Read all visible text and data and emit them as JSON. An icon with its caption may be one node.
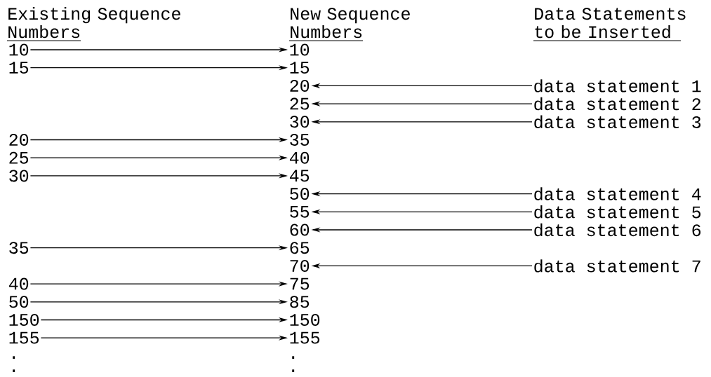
{
  "diagram": {
    "nodes": [
      {
        "text": [
          "10"
        ]
      },
      {
        "text": [
          "10"
        ]
      },
      {
        "text": [
          "15"
        ]
      },
      {
        "text": [
          "15"
        ]
      },
      {
        "text": [
          "20"
        ]
      },
      {
        "text": [
          "data statement 1"
        ]
      },
      {
        "text": [
          "25"
        ]
      },
      {
        "text": [
          "data statement 2"
        ]
      },
      {
        "text": [
          "30"
        ]
      },
      {
        "text": [
          "data statement 3"
        ]
      },
      {
        "text": [
          "20"
        ]
      },
      {
        "text": [
          "35"
        ]
      },
      {
        "text": [
          "25"
        ]
      },
      {
        "text": [
          "40"
        ]
      },
      {
        "text": [
          "30"
        ]
      },
      {
        "text": [
          "45"
        ]
      },
      {
        "text": [
          "50"
        ]
      },
      {
        "text": [
          "data statement 4"
        ]
      },
      {
        "text": [
          "55"
        ]
      },
      {
        "text": [
          "data statement 5"
        ]
      },
      {
        "text": [
          "60"
        ]
      },
      {
        "text": [
          "data statement 6"
        ]
      },
      {
        "text": [
          "35"
        ]
      },
      {
        "text": [
          "65"
        ]
      },
      {
        "text": [
          "70"
        ]
      },
      {
        "text": [
          "data statement 7"
        ]
      },
      {
        "text": [
          "40"
        ]
      },
      {
        "text": [
          "75"
        ]
      },
      {
        "text": [
          "50"
        ]
      },
      {
        "text": [
          "85"
        ]
      },
      {
        "text": [
          "150"
        ]
      },
      {
        "text": [
          "150"
        ]
      },
      {
        "text": [
          "155"
        ]
      },
      {
        "text": [
          "155"
        ]
      }
    ],
    "edges": [
      {
        "from": 0,
        "to": 1,
        "arrow": "to"
      },
      {
        "from": 2,
        "to": 3,
        "arrow": "to"
      },
      {
        "from": 5,
        "to": 4,
        "arrow": "to"
      },
      {
        "from": 7,
        "to": 6,
        "arrow": "to"
      },
      {
        "from": 9,
        "to": 8,
        "arrow": "to"
      },
      {
        "from": 10,
        "to": 11,
        "arrow": "to"
      },
      {
        "from": 12,
        "to": 13,
        "arrow": "to"
      },
      {
        "from": 14,
        "to": 15,
        "arrow": "to"
      },
      {
        "from": 17,
        "to": 16,
        "arrow": "to"
      },
      {
        "from": 19,
        "to": 18,
        "arrow": "to"
      },
      {
        "from": 21,
        "to": 20,
        "arrow": "to"
      },
      {
        "from": 22,
        "to": 23,
        "arrow": "to"
      },
      {
        "from": 25,
        "to": 24,
        "arrow": "to"
      },
      {
        "from": 26,
        "to": 27,
        "arrow": "to"
      },
      {
        "from": 28,
        "to": 29,
        "arrow": "to"
      },
      {
        "from": 30,
        "to": 31,
        "arrow": "to"
      },
      {
        "from": 32,
        "to": 33,
        "arrow": "to"
      }
    ],
    "labels": [
      "Existing Sequence Numbers",
      "New Sequence Numbers",
      "Data Statements to be Inserted",
      ".",
      ".",
      ".",
      "."
    ]
  }
}
